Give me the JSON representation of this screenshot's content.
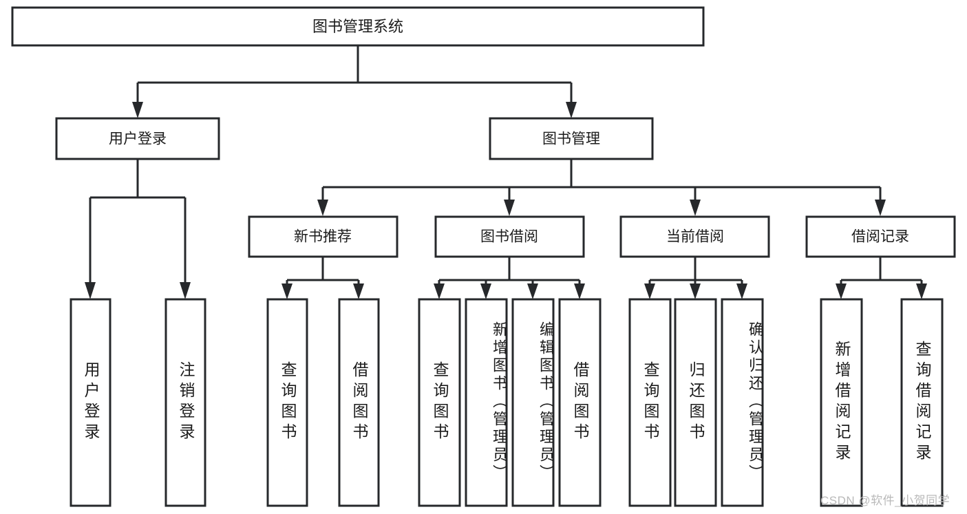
{
  "diagram": {
    "title": "图书管理系统",
    "type": "tree-hierarchy",
    "stroke_color": "#26282b",
    "fill_color": "#ffffff",
    "text_color": "#1b1b1b",
    "watermark": "CSDN @软件_小贺同学",
    "levels": {
      "level1": {
        "label": "图书管理系统"
      },
      "level2": [
        {
          "label": "用户登录"
        },
        {
          "label": "图书管理"
        }
      ],
      "level3": [
        {
          "label": "新书推荐"
        },
        {
          "label": "图书借阅"
        },
        {
          "label": "当前借阅"
        },
        {
          "label": "借阅记录"
        }
      ],
      "leaves": {
        "user_login": [
          {
            "label": "用户登录"
          },
          {
            "label": "注销登录"
          }
        ],
        "new_book_recommend": [
          {
            "label": "查询图书"
          },
          {
            "label": "借阅图书"
          }
        ],
        "book_borrow": [
          {
            "label": "查询图书"
          },
          {
            "label": "新增图书（管理员）"
          },
          {
            "label": "编辑图书（管理员）"
          },
          {
            "label": "借阅图书"
          }
        ],
        "current_borrow": [
          {
            "label": "查询图书"
          },
          {
            "label": "归还图书"
          },
          {
            "label": "确认归还（管理员）"
          }
        ],
        "borrow_record": [
          {
            "label": "新增借阅记录"
          },
          {
            "label": "查询借阅记录"
          }
        ]
      }
    }
  }
}
